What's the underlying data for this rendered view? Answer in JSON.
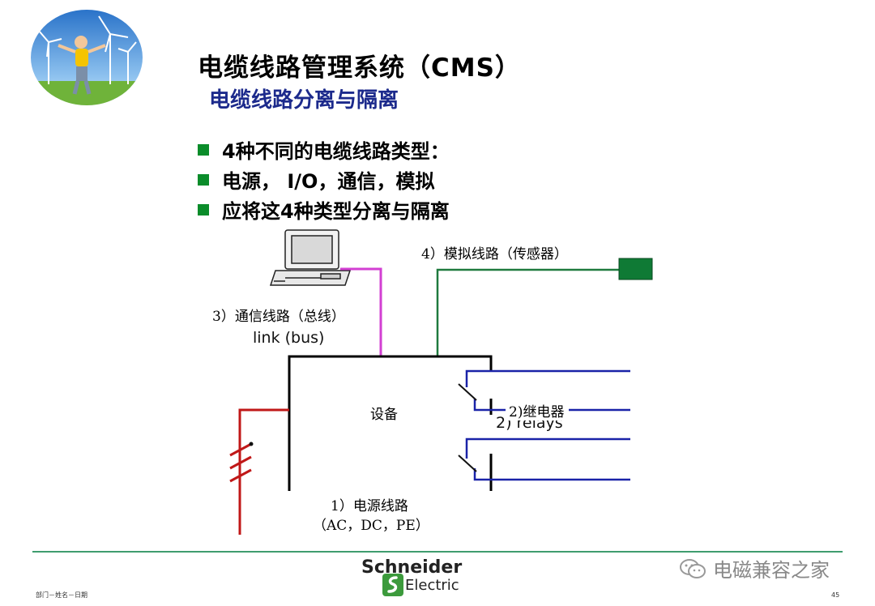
{
  "slide": {
    "title": "电缆线路管理系统（CMS）",
    "subtitle": "电缆线路分离与隔离",
    "bullets": [
      "4种不同的电缆线路类型：",
      "电源， I/O，通信，模拟",
      "应将这4种类型分离与隔离"
    ]
  },
  "diagram": {
    "device_label": "设备",
    "analog_label": "4）模拟线路（传感器）",
    "comm_label": "3）通信线路（总线）",
    "comm_label_en": "link (bus)",
    "relay_label": "2)继电器",
    "relay_label_en": "2) relays",
    "power_label": "1）电源线路",
    "power_sub": "（AC，DC，PE）"
  },
  "footer": {
    "brand_line1": "Schneider",
    "brand_line2": "Electric",
    "left_text": "部门－姓名－日期",
    "page": "45",
    "watermark": "电磁兼容之家"
  },
  "colors": {
    "comm_line": "#d23fd2",
    "analog_line": "#1f7a3e",
    "relay_line": "#1a23a8",
    "power_line": "#c01818",
    "sensor_box": "#0f7a35",
    "bullet": "#0a8c2a",
    "subtitle": "#1c2a8c",
    "footer_line": "#3f9d6f"
  }
}
